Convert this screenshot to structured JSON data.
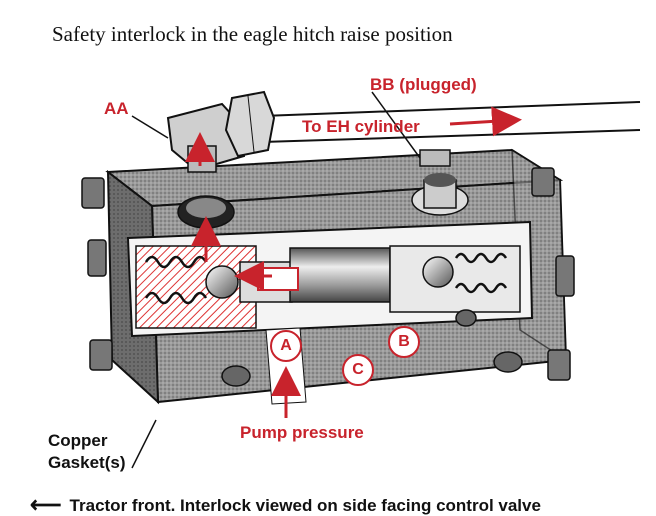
{
  "title": "Safety interlock in the eagle hitch raise position",
  "labels": {
    "aa": "AA",
    "bb": "BB (plugged)",
    "eh_cylinder": "To EH cylinder",
    "port_a": "A",
    "port_b": "B",
    "port_c": "C",
    "pump_pressure": "Pump pressure",
    "copper_line1": "Copper",
    "copper_line2": "Gasket(s)"
  },
  "footer": {
    "arrow_icon": "left-arrow-icon",
    "text": "Tractor front. Interlock viewed on side facing control valve"
  },
  "colors": {
    "annotation_red": "#c8232c",
    "text_black": "#111111",
    "block_grey": "#8a8a8a"
  }
}
